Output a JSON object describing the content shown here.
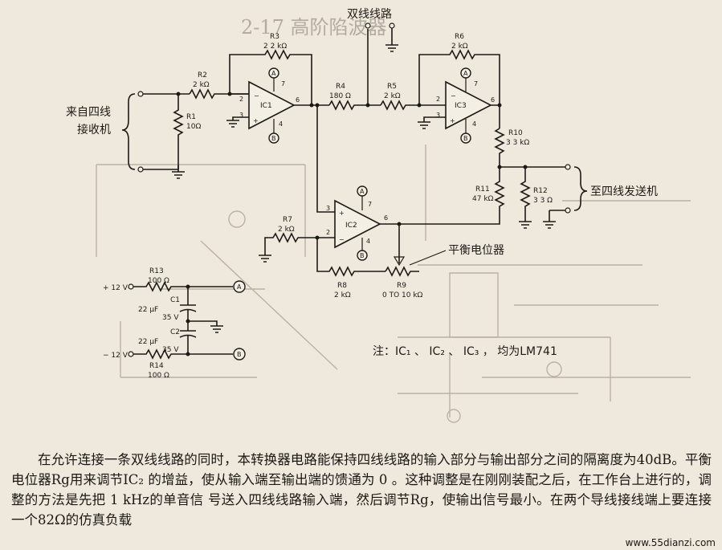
{
  "diagram": {
    "labels": {
      "two_wire": "双线线路",
      "from_4wire_l1": "来自四线",
      "from_4wire_l2": "接收机",
      "to_4wire": "至四线发送机",
      "balance_pot": "平衡电位器",
      "note": "注：IC₁ 、 IC₂ 、 IC₃ ， 均为LM741",
      "faded_title": "2-17 高阶陷波器",
      "plus12": "+ 12 V",
      "minus12": "− 12 V"
    },
    "ics": [
      {
        "id": "ic1",
        "label": "IC1",
        "sub": "1"
      },
      {
        "id": "ic2",
        "label": "IC2",
        "sub": "2"
      },
      {
        "id": "ic3",
        "label": "IC3",
        "sub": "3"
      }
    ],
    "components": {
      "r1": {
        "name": "R1",
        "value": "10Ω"
      },
      "r2": {
        "name": "R2",
        "value": "2 kΩ"
      },
      "r3": {
        "name": "R3",
        "value": "2 2 kΩ"
      },
      "r4": {
        "name": "R4",
        "value": "180 Ω"
      },
      "r5": {
        "name": "R5",
        "value": "2 kΩ"
      },
      "r6": {
        "name": "R6",
        "value": "2 kΩ"
      },
      "r7": {
        "name": "R7",
        "value": "2 kΩ"
      },
      "r8": {
        "name": "R8",
        "value": "2 kΩ"
      },
      "r9": {
        "name": "R9",
        "value": "0 TO 10 kΩ"
      },
      "r10": {
        "name": "R10",
        "value": "3 3 kΩ"
      },
      "r11": {
        "name": "R11",
        "value": "47 kΩ"
      },
      "r12": {
        "name": "R12",
        "value": "3 3 Ω"
      },
      "r13": {
        "name": "R13",
        "value": "100 Ω"
      },
      "r14": {
        "name": "R14",
        "value": "100 Ω"
      },
      "c1": {
        "name": "C1",
        "value": "22 μF",
        "voltage": "35 V"
      },
      "c2": {
        "name": "C2",
        "value": "22 μF",
        "voltage": "35 V"
      }
    },
    "rail_markers": {
      "a": "A",
      "b": "B"
    },
    "pins": {
      "p2": "2",
      "p3": "3",
      "p4": "4",
      "p6": "6",
      "p7": "7"
    }
  },
  "caption": {
    "text": "在允许连接一条双线线路的同时，本转换器电路能保持四线线路的输入部分与输出部分之间的隔离度为40dB。平衡电位器Rg用来调节IC₂ 的增益，使从输入端至输出端的馈通为 0 。这种调整是在刚刚装配之后，在工作台上进行的，调整的方法是先把 1 kHz的单音信 号送入四线线路输入端，然后调节Rg，使输出信号最小。在两个导线接线端上要连接一个82Ω的仿真负载"
  },
  "watermark": "www.55dianzi.com"
}
